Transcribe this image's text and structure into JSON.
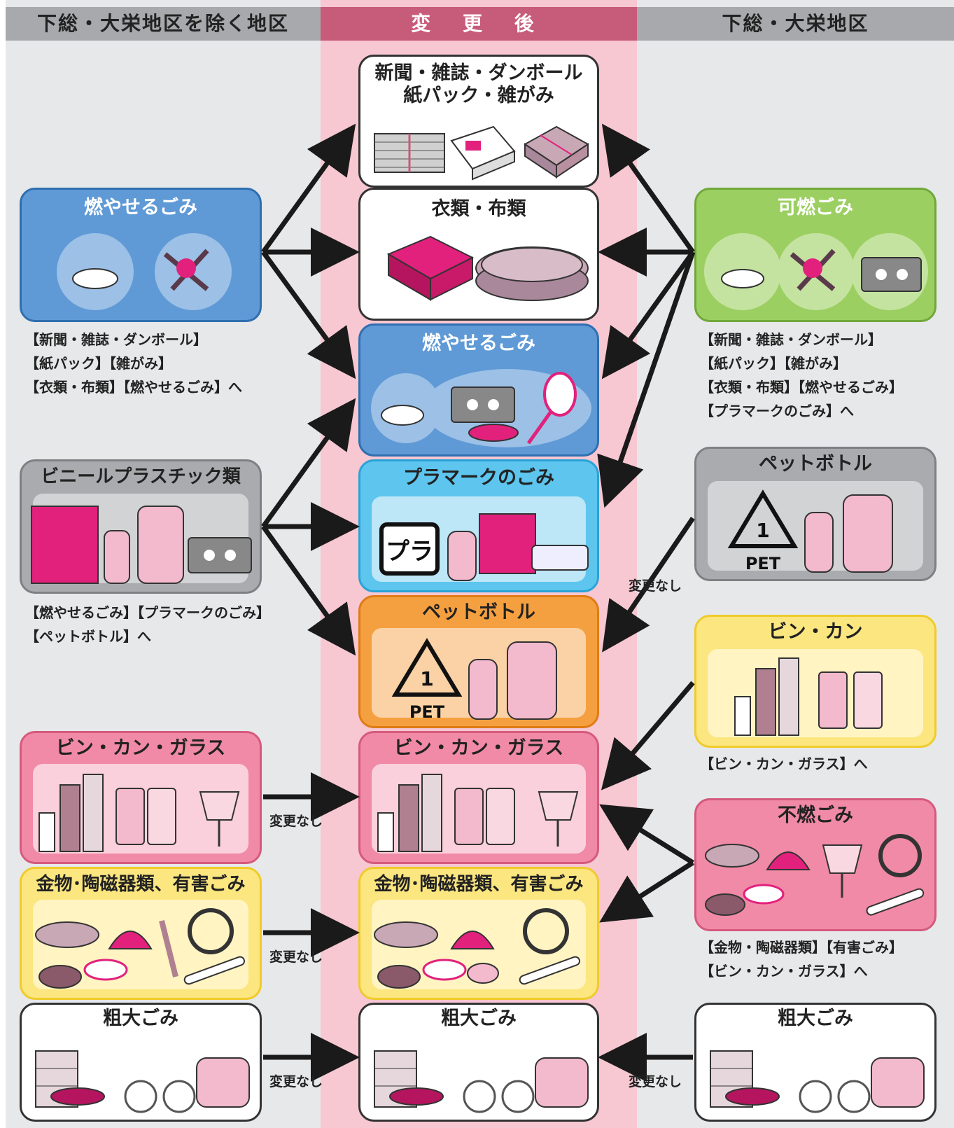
{
  "headers": {
    "left": "下総・大栄地区を除く地区",
    "middle": "変 更 後",
    "right": "下総・大栄地区"
  },
  "middle": {
    "paper": "新聞・雑誌・ダンボール",
    "paper2": "紙パック・雑がみ",
    "cloth": "衣類・布類",
    "burnable": "燃やせるごみ",
    "plamark": "プラマークのごみ",
    "pet": "ペットボトル",
    "pet_symbol": "PET",
    "glass": "ビン・カン・ガラス",
    "metal": "金物･陶磁器類、有害ごみ",
    "bulky": "粗大ごみ"
  },
  "left": {
    "burnable": "燃やせるごみ",
    "burnable_note": [
      "【新聞・雑誌・ダンボール】",
      "【紙パック】【雑がみ】",
      "【衣類・布類】【燃やせるごみ】へ"
    ],
    "vinyl": "ビニールプラスチック類",
    "vinyl_note": [
      "【燃やせるごみ】【プラマークのごみ】",
      "【ペットボトル】へ"
    ],
    "glass": "ビン・カン・ガラス",
    "metal": "金物･陶磁器類、有害ごみ",
    "bulky": "粗大ごみ"
  },
  "right": {
    "combustible": "可燃ごみ",
    "combustible_note": [
      "【新聞・雑誌・ダンボール】",
      "【紙パック】【雑がみ】",
      "【衣類・布類】【燃やせるごみ】",
      "【プラマークのごみ】へ"
    ],
    "pet": "ペットボトル",
    "pet_symbol": "PET",
    "bincan": "ビン・カン",
    "bincan_note": [
      "【ビン・カン・ガラス】へ"
    ],
    "nonburn": "不燃ごみ",
    "nonburn_note": [
      "【金物・陶磁器類】【有害ごみ】",
      "【ビン・カン・ガラス】へ"
    ],
    "bulky": "粗大ごみ"
  },
  "labels": {
    "no_change": "変更なし"
  },
  "colors": {
    "arrow": "#1a1a1a",
    "magenta": "#e2217d",
    "light_pink": "#f3b9cc"
  }
}
